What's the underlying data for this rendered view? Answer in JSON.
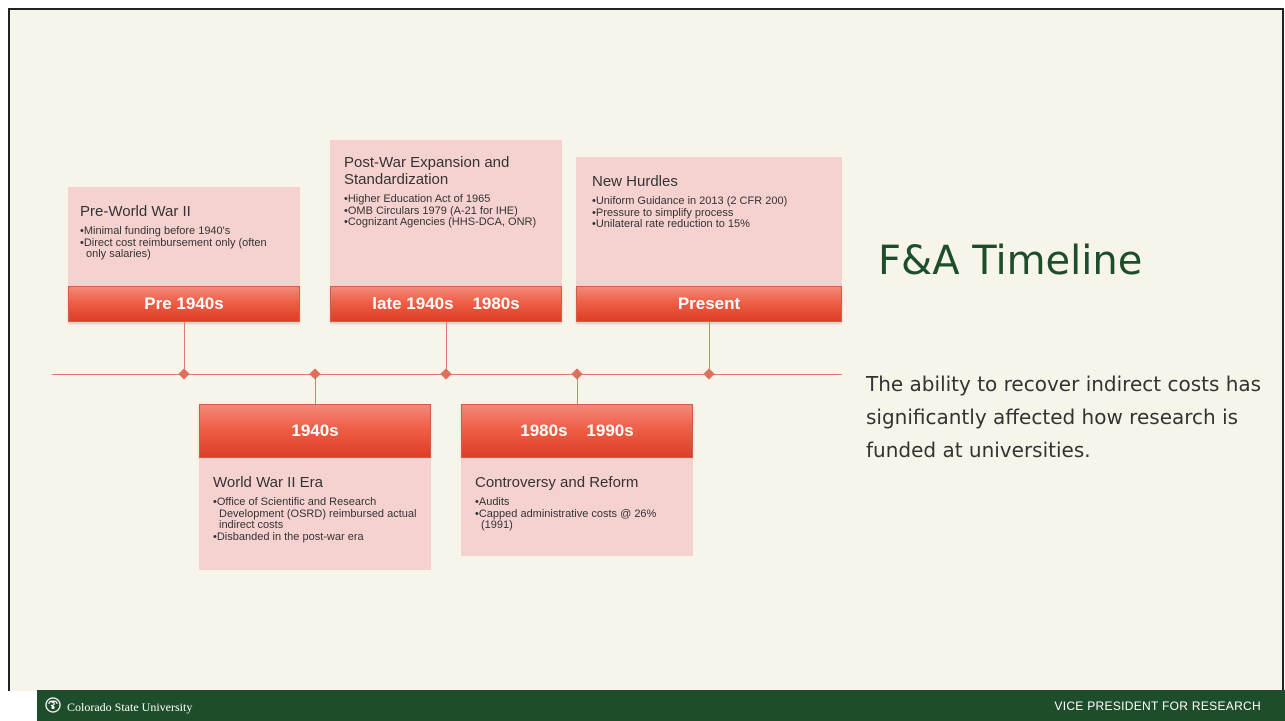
{
  "slide": {
    "title": "F&A Timeline",
    "description": "The ability to recover indirect costs has significantly affected how research is funded at universities."
  },
  "timeline": [
    {
      "period": "Pre 1940s",
      "heading": "Pre-World War II",
      "bullets": [
        "Minimal funding before 1940's",
        "Direct cost reimbursement only (often only salaries)"
      ]
    },
    {
      "period": "1940s",
      "heading": "World War II Era",
      "bullets": [
        "Office of Scientific and Research Development (OSRD) reimbursed actual indirect costs",
        "Disbanded in the post-war era"
      ]
    },
    {
      "period": "late 1940s    1980s",
      "heading": "Post-War Expansion and Standardization",
      "bullets": [
        "Higher Education Act of 1965",
        "OMB Circulars 1979 (A-21 for IHE)",
        "Cognizant Agencies (HHS-DCA, ONR)"
      ]
    },
    {
      "period": "1980s    1990s",
      "heading": "Controversy and Reform",
      "bullets": [
        "Audits",
        "Capped administrative costs @ 26% (1991)"
      ]
    },
    {
      "period": "Present",
      "heading": "New Hurdles",
      "bullets": [
        "Uniform Guidance in 2013 (2 CFR 200)",
        "Pressure to simplify process",
        "Unilateral rate reduction to 15%"
      ]
    }
  ],
  "footer": {
    "university": "Colorado State University",
    "department": "VICE PRESIDENT FOR RESEARCH",
    "logo_icon": "ram-logo-icon"
  },
  "colors": {
    "accent_green": "#1e4d2b",
    "bar_red": "#ee5f47",
    "card_pink": "#f5d2cf",
    "background": "#f7f5ea"
  }
}
